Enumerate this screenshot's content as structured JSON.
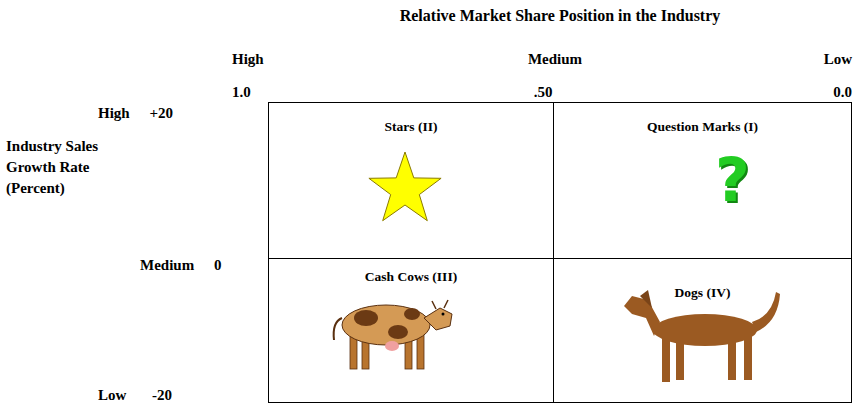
{
  "diagram": {
    "title": "Relative Market Share Position in the Industry",
    "nodes": [
      {
        "text": [
          "Stars (II)"
        ]
      },
      {
        "text": [
          "Question Marks (I)",
          "?"
        ]
      },
      {
        "text": [
          "Cash Cows (III)"
        ]
      },
      {
        "text": [
          "Dogs (IV)"
        ]
      }
    ],
    "labels": [
      "High",
      "Medium",
      "Low",
      "1.0",
      ".50",
      "0.0",
      "High +20",
      "Industry Sales Growth Rate (Percent)",
      "Medium 0",
      "Low -20"
    ]
  }
}
